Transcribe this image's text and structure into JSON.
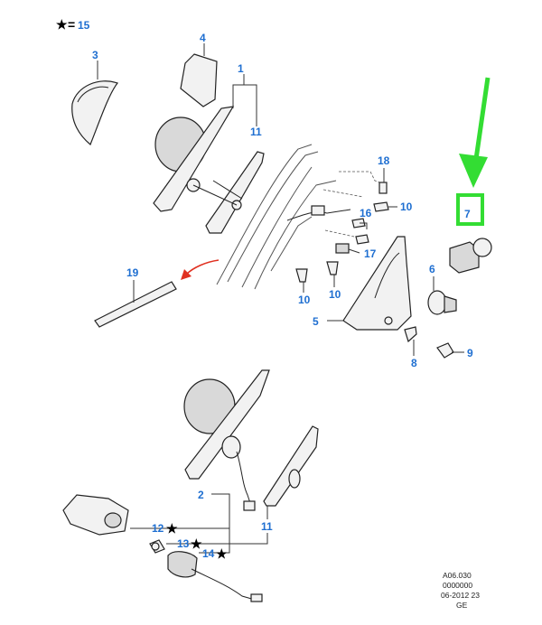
{
  "legend": {
    "star": "★",
    "equals": "=",
    "ref": "15"
  },
  "callouts": {
    "c1": "1",
    "c2": "2",
    "c3": "3",
    "c4": "4",
    "c5": "5",
    "c6": "6",
    "c7": "7",
    "c8": "8",
    "c9": "9",
    "c10a": "10",
    "c10b": "10",
    "c10c": "10",
    "c11a": "11",
    "c11b": "11",
    "c12": "12",
    "c13": "13",
    "c14": "14",
    "c16": "16",
    "c17": "17",
    "c18": "18",
    "c19": "19"
  },
  "stars": {
    "s12": "★",
    "s13": "★",
    "s14": "★"
  },
  "footer": {
    "line1": "A06.030",
    "line2": "0000000",
    "line3": "06-2012 23",
    "line4": "GE"
  },
  "colors": {
    "callout": "#1f6fd1",
    "highlight": "#33dd33",
    "arrow_red": "#e03020",
    "arrow_green": "#33dd33"
  }
}
